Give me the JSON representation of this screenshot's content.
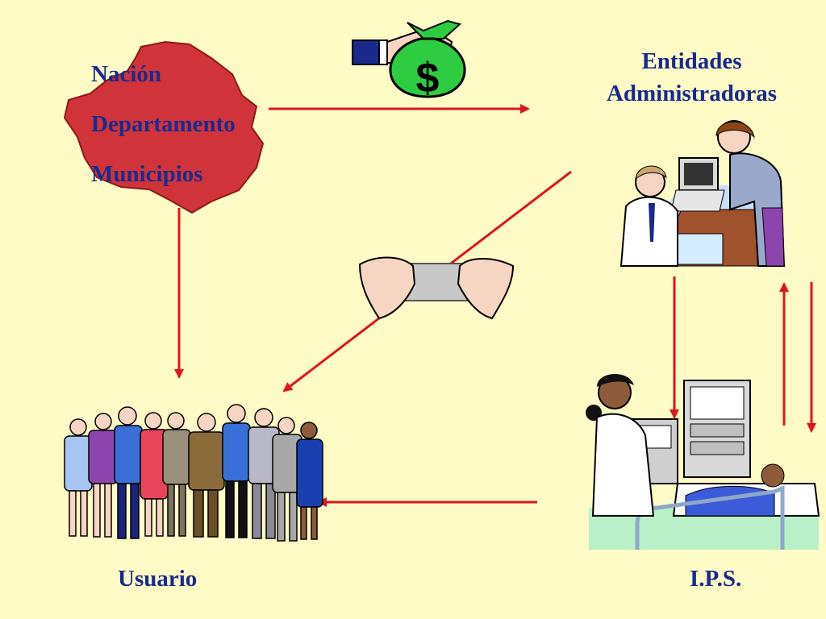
{
  "labels": {
    "nacion": "Nación",
    "departamento": "Departamento",
    "municipios": "Municipios",
    "entidades_line1": "Entidades",
    "entidades_line2": "Administradoras",
    "usuario": "Usuario",
    "ips": "I.P.S."
  },
  "icons": {
    "money_bag_symbol": "$"
  },
  "colors": {
    "background": "#fffbc7",
    "text": "#1a2a8c",
    "arrow": "#e0141c",
    "map": "#d0343a"
  }
}
